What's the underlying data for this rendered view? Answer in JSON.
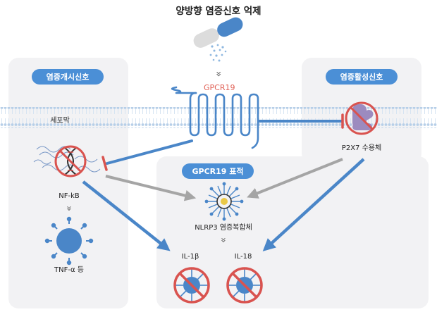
{
  "title": "양방향 염증신호 억제",
  "left_panel": {
    "pill": "염증개시신호"
  },
  "right_panel": {
    "pill": "염증활성신호"
  },
  "center_panel": {
    "pill": "GPCR19 표적"
  },
  "labels": {
    "gpcr19": "GPCR19",
    "membrane": "세포막",
    "nfkb": "NF-kB",
    "tnf": "TNF-α 등",
    "p2x7": "P2X7 수용체",
    "nlrp3": "NLRP3 염증복합체",
    "il1b": "IL-1β",
    "il18": "IL-18",
    "chevron": "»"
  },
  "colors": {
    "blue": "#4a86c8",
    "pill": "#4b8fd6",
    "panel": "#f2f2f4",
    "gray_arrow": "#a5a5a5",
    "red": "#d9534f",
    "gpcr_label": "#e06055",
    "membrane": "#c9ddef"
  }
}
